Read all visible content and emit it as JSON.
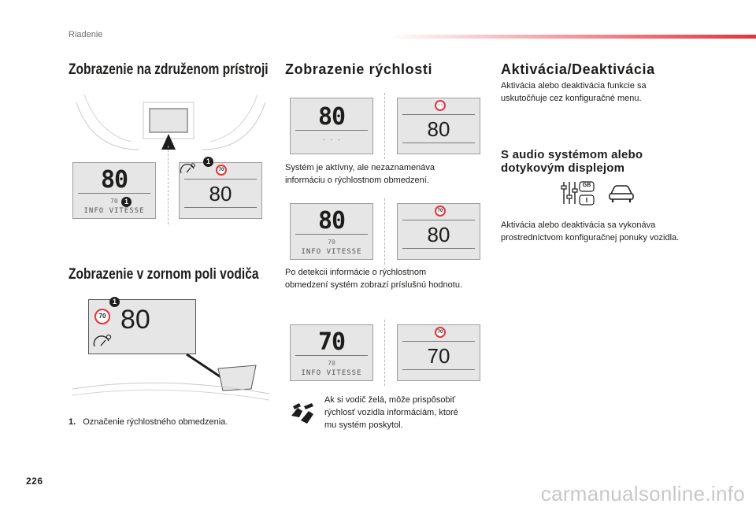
{
  "header": {
    "section": "Riadenie",
    "accent_color": "#e3343b"
  },
  "footer": {
    "page_number": "226",
    "watermark": "carmanualsonline.info"
  },
  "col1": {
    "heading1": "Zobrazenie na združenom prístroji",
    "cluster_display": {
      "speed": "80",
      "limit": "70",
      "info": "INFO VITESSE",
      "callout": "1"
    },
    "color_display": {
      "speed": "80",
      "sign": "70",
      "callout": "1"
    },
    "heading2": "Zobrazenie v zornom poli vodiča",
    "hud_display": {
      "speed": "80",
      "sign": "70",
      "callout": "1"
    },
    "legend_number": "1.",
    "legend_text": "Označenie rýchlostného obmedzenia."
  },
  "col2": {
    "heading": "Zobrazenie rýchlosti",
    "row1": {
      "mono_speed": "80",
      "mono_sub": "- - -",
      "color_speed": "80",
      "color_sign": "- -"
    },
    "caption1_line1": "Systém je aktívny, ale nezaznamenáva",
    "caption1_line2": "informáciu o rýchlostnom obmedzení.",
    "row2": {
      "mono_speed": "80",
      "mono_limit": "70",
      "mono_info": "INFO VITESSE",
      "color_speed": "80",
      "color_sign": "70"
    },
    "caption2_line1": "Po detekcii informácie o rýchlostnom",
    "caption2_line2": "obmedzení systém zobrazí príslušnú hodnotu.",
    "row3": {
      "mono_speed": "70",
      "mono_limit": "70",
      "mono_info": "INFO VITESSE",
      "color_speed": "70",
      "color_sign": "70"
    },
    "note_line1": "Ak si vodič želá, môže prispôsobiť",
    "note_line2": "rýchlosť vozidla informáciám, ktoré",
    "note_line3": "mu systém poskytol."
  },
  "col3": {
    "heading": "Aktivácia/Deaktivácia",
    "text1_line1": "Aktivácia alebo deaktivácia funkcie sa",
    "text1_line2": "uskutočňuje cez konfiguračné menu.",
    "subheading_line1": "S audio systémom alebo",
    "subheading_line2": "dotykovým displejom",
    "gb_label": "GB",
    "text2_line1": "Aktivácia alebo deaktivácia sa vykonáva",
    "text2_line2": "prostredníctvom konfiguračnej ponuky vozidla."
  }
}
